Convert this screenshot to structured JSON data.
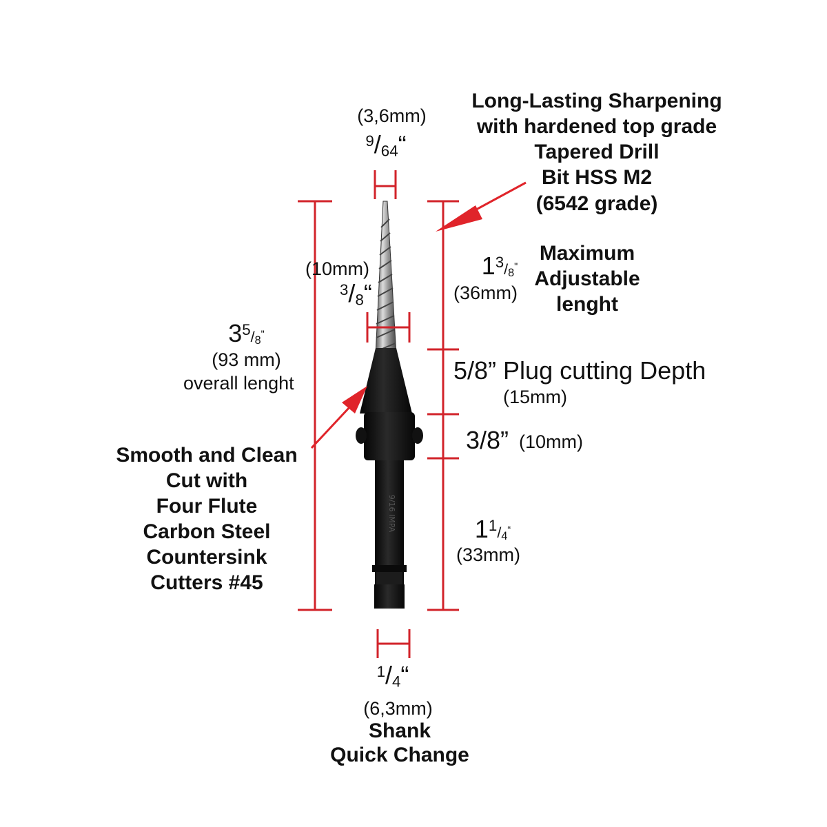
{
  "colors": {
    "dimension_line": "#d2232a",
    "arrow": "#e0242a",
    "bit_body": "#141414",
    "text": "#111111"
  },
  "labels": {
    "tip_mm": "(3,6mm)",
    "tip_in": {
      "num": "9",
      "den": "64",
      "mark": "“"
    },
    "hss_note": [
      "Long-Lasting Sharpening",
      "with hardened top grade",
      "Tapered Drill",
      "Bit HSS M2",
      "(6542 grade)"
    ],
    "max_adj_in": {
      "whole": "1",
      "num": "3",
      "den": "8",
      "mark": "\""
    },
    "max_adj_mm": "(36mm)",
    "max_adj_note": [
      "Maximum",
      "Adjustable",
      "lenght"
    ],
    "drill_mm": "(10mm)",
    "drill_in": {
      "num": "3",
      "den": "8",
      "mark": "“"
    },
    "overall_in": {
      "whole": "3",
      "num": "5",
      "den": "8",
      "mark": "\""
    },
    "overall_mm": "(93 mm)",
    "overall_note": "overall lenght",
    "plug_depth": "5/8” Plug cutting Depth",
    "plug_mm": "(15mm)",
    "collar_in": "3/8”",
    "collar_mm": "(10mm)",
    "cutter_note": [
      "Smooth and Clean",
      "Cut with",
      "Four Flute",
      "Carbon Steel",
      "Countersink",
      "Cutters #45"
    ],
    "shank_len_in": {
      "whole": "1",
      "num": "1",
      "den": "4",
      "mark": "“"
    },
    "shank_len_mm": "(33mm)",
    "shank_in": {
      "num": "1",
      "den": "4",
      "mark": "“"
    },
    "shank_mm": "(6,3mm)",
    "shank_note": [
      "Shank",
      "Quick Change"
    ]
  }
}
